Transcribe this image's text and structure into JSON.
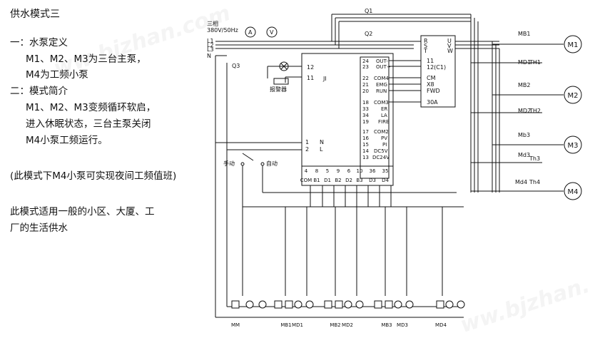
{
  "left_text": {
    "title": "供水模式三",
    "line1": "一：水泵定义",
    "line2": "M1、M2、M3为三台主泵，",
    "line3": "M4为工频小泵",
    "line4": "二：模式简介",
    "line5": "M1、M2、M3变频循环软启，",
    "line6": "进入休眠状态，三台主泵关闭",
    "line7": "M4小泵工频运行。",
    "line8": "(此模式下M4小泵可实现夜间工频值班)",
    "line9": "此模式适用一般的小区、大厦、工",
    "line10": "厂的生活供水"
  },
  "diagram": {
    "supply_1": "三相",
    "supply_2": "380V/50Hz",
    "l1": "L1",
    "l2": "L2",
    "l3": "L3",
    "n": "N",
    "q1": "Q1",
    "q2": "Q2",
    "q3": "Q3",
    "ammeter": "A",
    "voltmeter": "V",
    "alarm": "报警器",
    "alarm_sym": "JI",
    "manual": "手动",
    "auto": "自动",
    "vfd_in": [
      "R",
      "S",
      "T"
    ],
    "vfd_out": [
      "U",
      "V",
      "W"
    ],
    "ctrl_power": [
      {
        "num": "1",
        "sig": "N"
      },
      {
        "num": "2",
        "sig": "L"
      }
    ],
    "ctrl_alarm": [
      {
        "num": "12"
      },
      {
        "num": "11"
      }
    ],
    "ctrl_terms": [
      {
        "num": "24",
        "sig": "OUT-"
      },
      {
        "num": "23",
        "sig": "OUT+"
      },
      {
        "num": "22",
        "sig": "COM4"
      },
      {
        "num": "21",
        "sig": "EMG"
      },
      {
        "num": "20",
        "sig": "RUN"
      },
      {
        "num": "18",
        "sig": "COM3"
      },
      {
        "num": "33",
        "sig": "ER"
      },
      {
        "num": "34",
        "sig": "LA"
      },
      {
        "num": "19",
        "sig": "FIRE"
      },
      {
        "num": "17",
        "sig": "COM2"
      },
      {
        "num": "16",
        "sig": "PV"
      },
      {
        "num": "15",
        "sig": "PI"
      },
      {
        "num": "14",
        "sig": "DC5V"
      },
      {
        "num": "13",
        "sig": "DC24V"
      }
    ],
    "vfd_terms": [
      "11",
      "12(C1)",
      "CM",
      "X8",
      "FWD",
      "30A"
    ],
    "bottom_nums": [
      "4",
      "8",
      "5",
      "9",
      "6",
      "10",
      "36",
      "35"
    ],
    "bottom_sigs": [
      "COM",
      "B1",
      "D1",
      "B2",
      "D2",
      "B3",
      "D3",
      "D4"
    ],
    "contactors": [
      "MB1",
      "MD1",
      "MB2",
      "MD2",
      "Mb3",
      "Md3",
      "Md4"
    ],
    "thermals": [
      "TH1",
      "TH2",
      "Th3",
      "Th4"
    ],
    "motors": [
      "M1",
      "M2",
      "M3",
      "M4"
    ],
    "bottom_labels": [
      "MM",
      "MB1",
      "MD1",
      "MB2",
      "MD2",
      "MB3",
      "MD3",
      "MD4"
    ],
    "watermark": "ww.bjzhan.com"
  }
}
